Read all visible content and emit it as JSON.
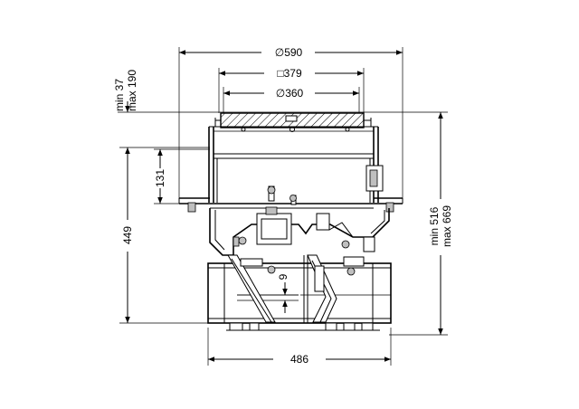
{
  "dimensions": {
    "top_diameter": "∅590",
    "square_size": "□379",
    "inner_diameter": "∅360",
    "adjust_min": "min 37",
    "adjust_max": "max 190",
    "depth_small": "131",
    "total_height": "449",
    "small_gap": "9",
    "right_min": "min 516",
    "right_max": "max 669",
    "bottom_width": "486"
  },
  "colors": {
    "line": "#000000",
    "background": "#ffffff"
  }
}
